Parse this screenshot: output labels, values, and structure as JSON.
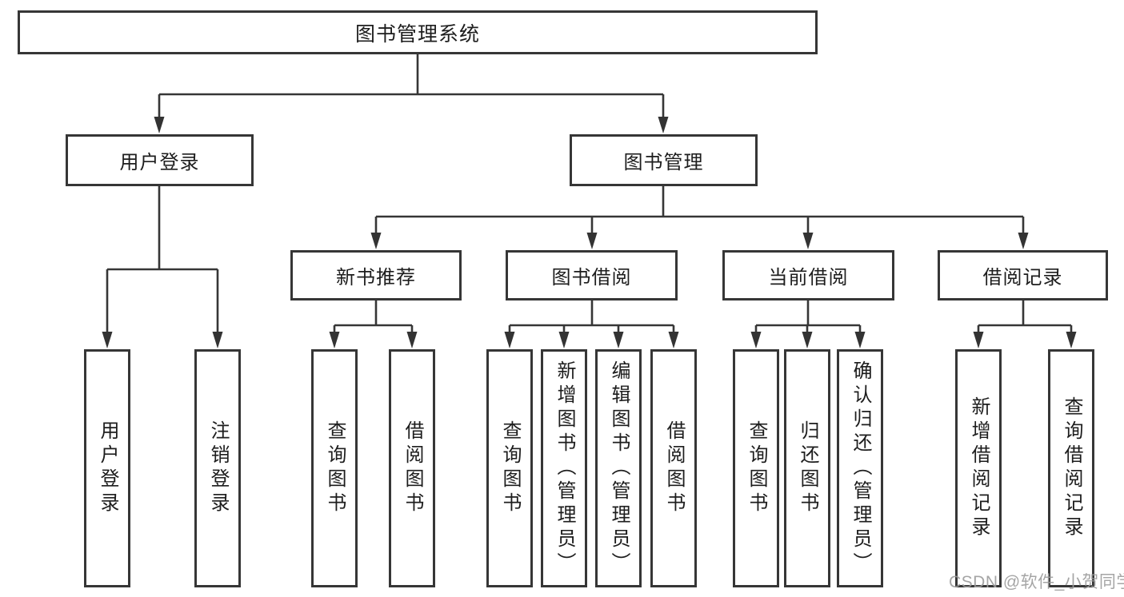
{
  "diagram": {
    "root_label": "图书管理系统",
    "branches": {
      "user_login": {
        "label": "用户登录",
        "children": [
          "用户登录",
          "注销登录"
        ]
      },
      "book_management": {
        "label": "图书管理"
      }
    },
    "modules": {
      "new_book": {
        "label": "新书推荐",
        "children": [
          "查询图书",
          "借阅图书"
        ]
      },
      "borrow": {
        "label": "图书借阅",
        "children": [
          "查询图书",
          "新增图书（管理员）",
          "编辑图书（管理员）",
          "借阅图书"
        ]
      },
      "current": {
        "label": "当前借阅",
        "children": [
          "查询图书",
          "归还图书",
          "确认归还（管理员）"
        ]
      },
      "records": {
        "label": "借阅记录",
        "children": [
          "新增借阅记录",
          "查询借阅记录"
        ]
      }
    }
  },
  "watermark": {
    "text": "CSDN @软件_小贺同学"
  },
  "colors": {
    "line": "#363636",
    "text": "#1d1d1d",
    "background": "#ffffff",
    "watermark": "#9c9c9c"
  }
}
